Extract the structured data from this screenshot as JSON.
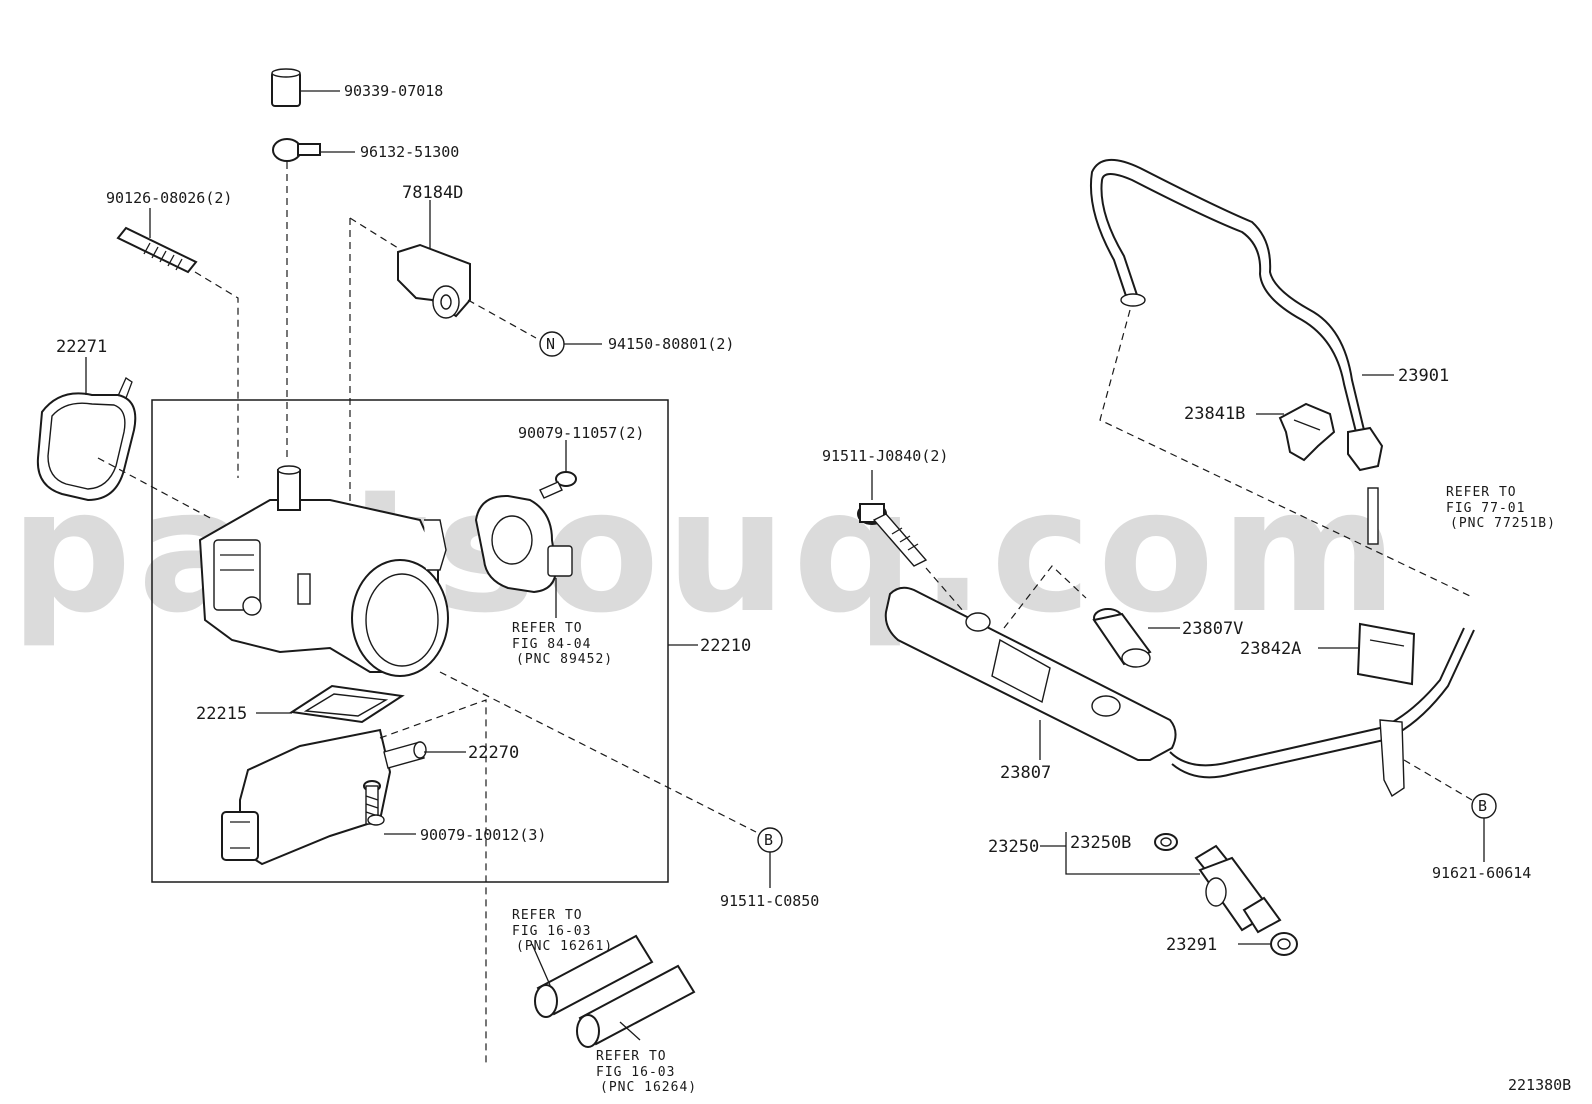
{
  "diagram": {
    "watermark": "partsouq.com",
    "figure_code": "221380B",
    "part_labels": [
      {
        "id": "p90339",
        "text": "90339-07018"
      },
      {
        "id": "p96132",
        "text": "96132-51300"
      },
      {
        "id": "p78184",
        "text": "78184D"
      },
      {
        "id": "p90126",
        "text": "90126-08026(2)"
      },
      {
        "id": "p94150",
        "text": "94150-80801(2)"
      },
      {
        "id": "p22271",
        "text": "22271"
      },
      {
        "id": "p90079a",
        "text": "90079-11057(2)"
      },
      {
        "id": "p22210",
        "text": "22210"
      },
      {
        "id": "p22215",
        "text": "22215"
      },
      {
        "id": "p22270",
        "text": "22270"
      },
      {
        "id": "p90079b",
        "text": "90079-10012(3)"
      },
      {
        "id": "p91511c",
        "text": "91511-C0850"
      },
      {
        "id": "p23901",
        "text": "23901"
      },
      {
        "id": "p23841",
        "text": "23841B"
      },
      {
        "id": "p91511j",
        "text": "91511-J0840(2)"
      },
      {
        "id": "p23807v",
        "text": "23807V"
      },
      {
        "id": "p23842",
        "text": "23842A"
      },
      {
        "id": "p23807",
        "text": "23807"
      },
      {
        "id": "p23250b",
        "text": "23250B"
      },
      {
        "id": "p23250",
        "text": "23250"
      },
      {
        "id": "p91621",
        "text": "91621-60614"
      },
      {
        "id": "p23291",
        "text": "23291"
      }
    ],
    "callouts": {
      "n": "N",
      "b1": "B",
      "b2": "B"
    },
    "references": {
      "fig8404": {
        "l1": "REFER TO",
        "l2": "FIG 84-04",
        "l3": "(PNC 89452)"
      },
      "fig7701": {
        "l1": "REFER TO",
        "l2": "FIG 77-01",
        "l3": "(PNC 77251B)"
      },
      "fig1603a": {
        "l1": "REFER TO",
        "l2": "FIG 16-03",
        "l3": "(PNC 16261)"
      },
      "fig1603b": {
        "l1": "REFER TO",
        "l2": "FIG 16-03",
        "l3": "(PNC 16264)"
      }
    }
  }
}
